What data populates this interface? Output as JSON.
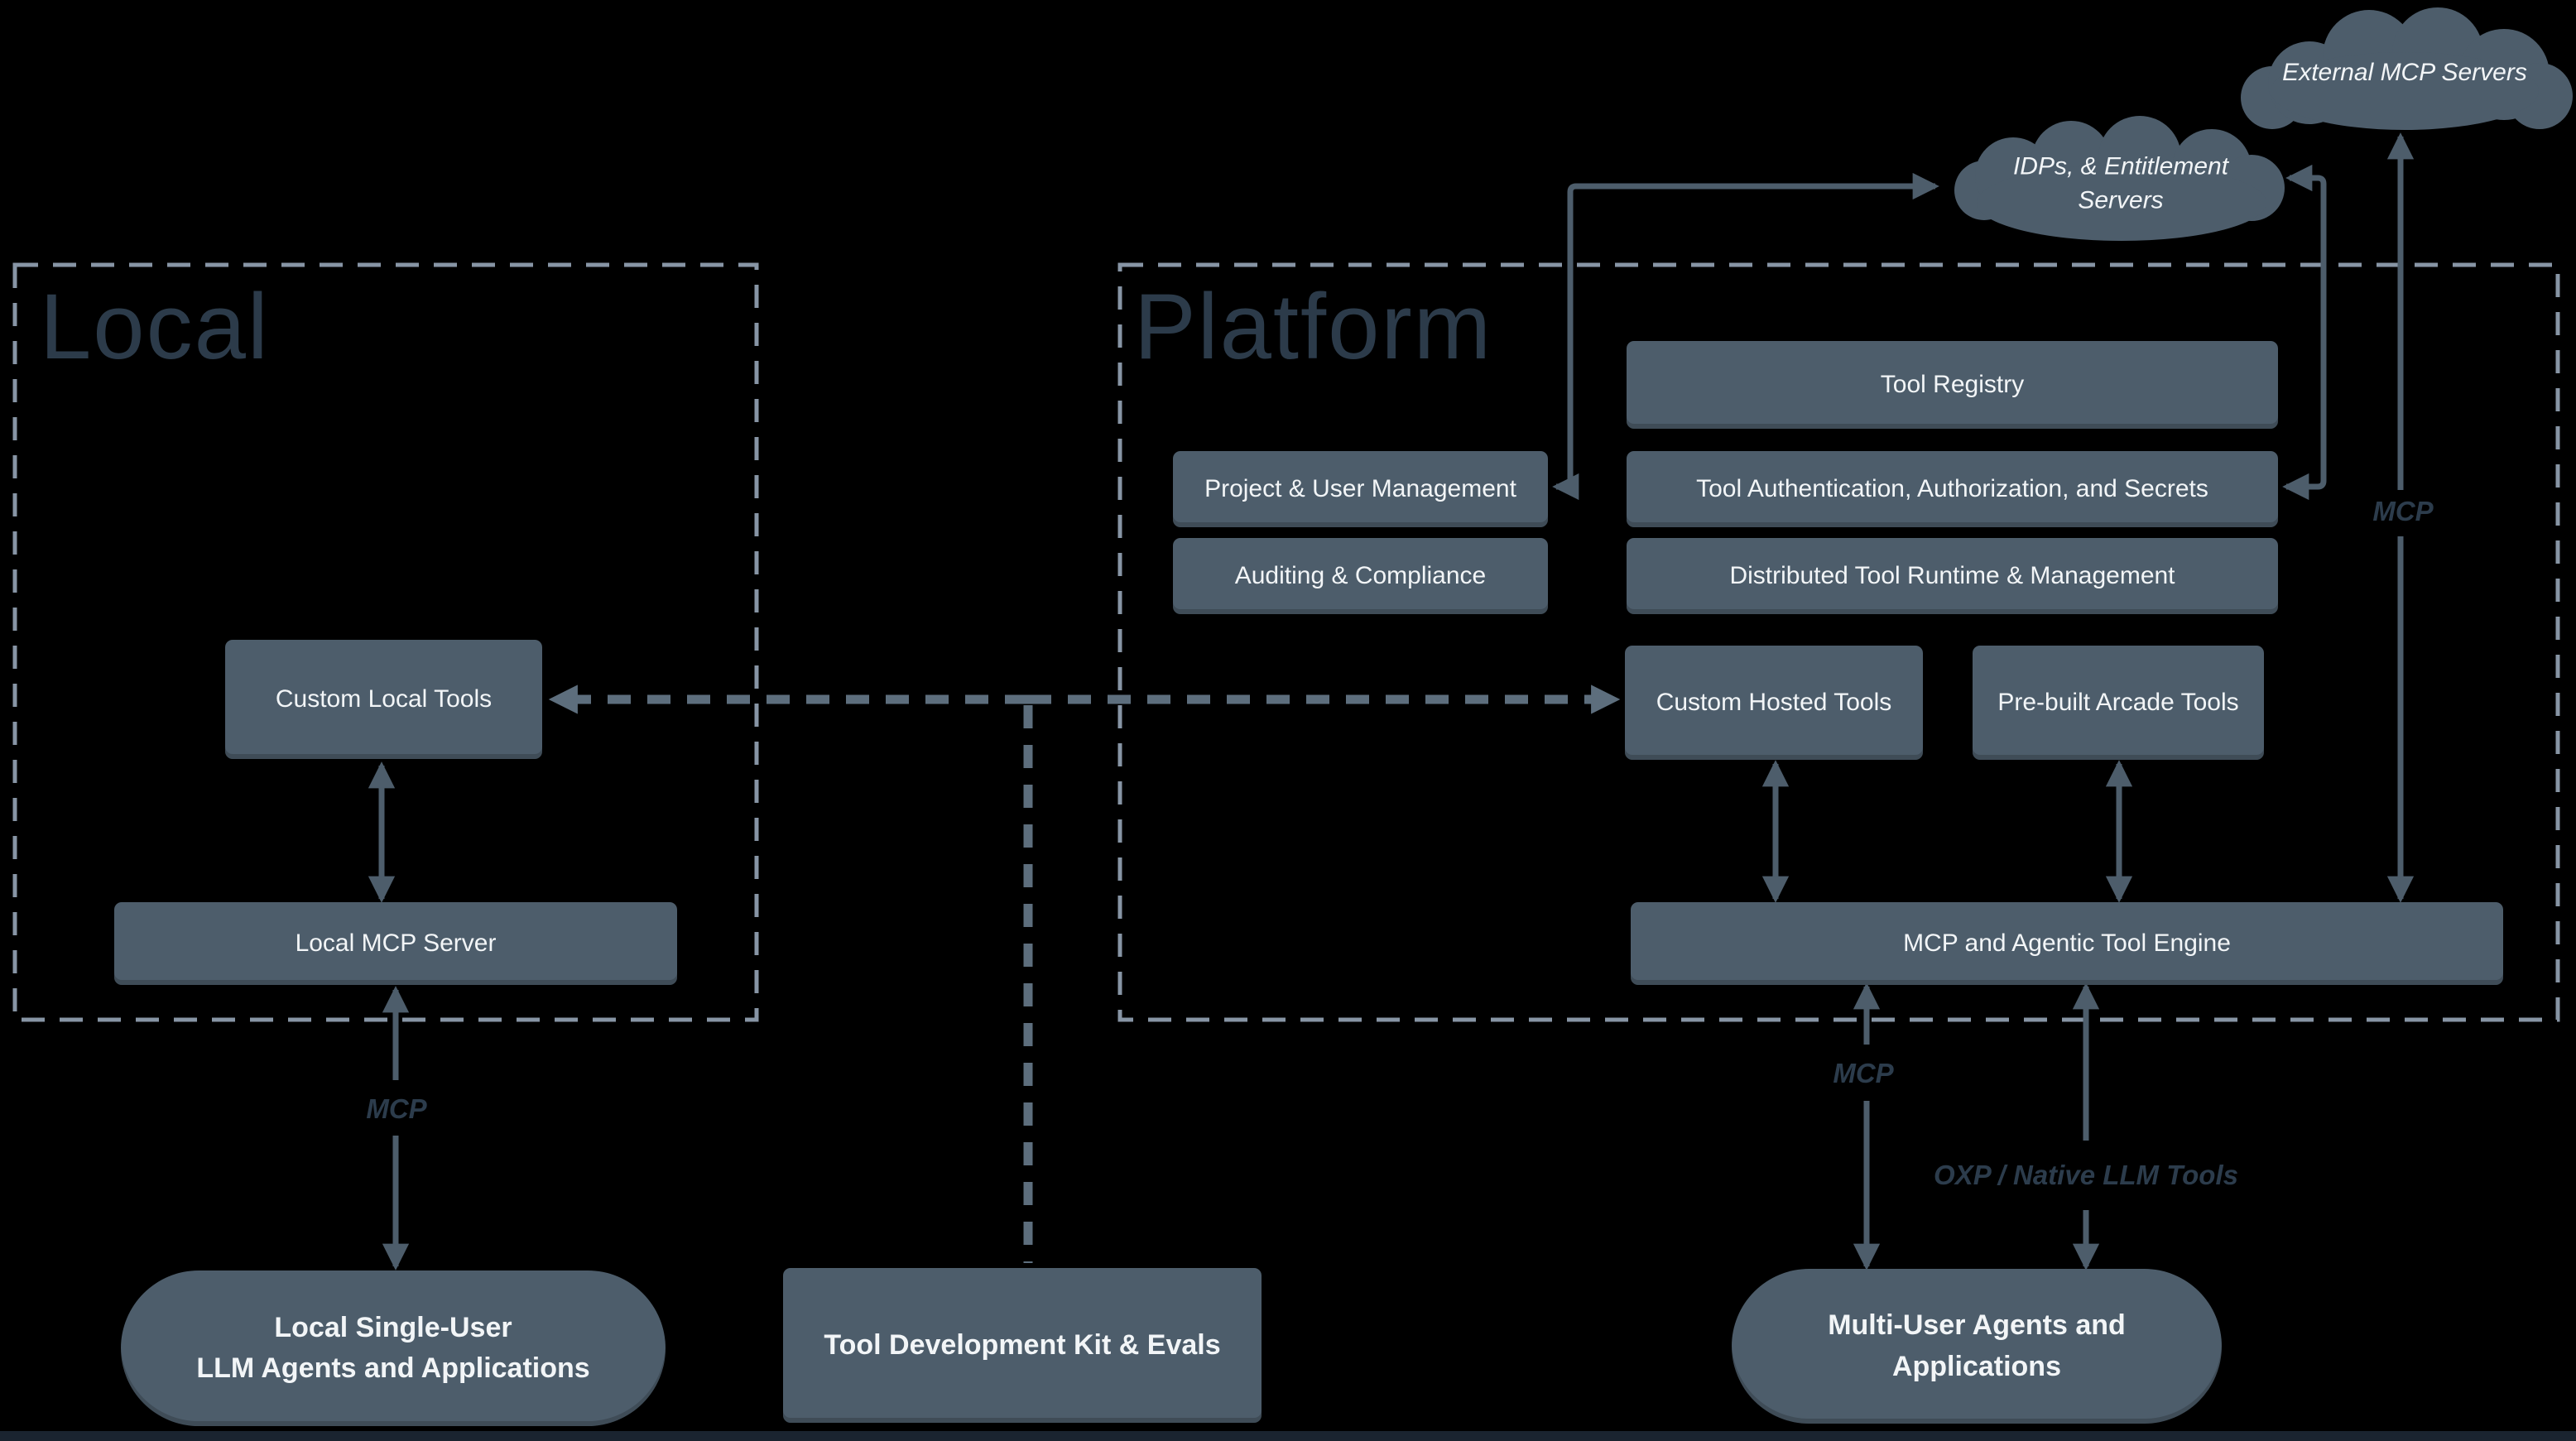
{
  "containers": {
    "local": {
      "title": "Local"
    },
    "platform": {
      "title": "Platform"
    }
  },
  "clouds": {
    "external_mcp": {
      "label": "External MCP Servers"
    },
    "idp": {
      "line1": "IDPs, & Entitlement",
      "line2": "Servers"
    }
  },
  "local_nodes": {
    "custom_local_tools": "Custom Local Tools",
    "local_mcp_server": "Local MCP Server"
  },
  "platform_nodes": {
    "tool_registry": "Tool Registry",
    "project_user_management": "Project & User Management",
    "tool_auth": "Tool Authentication, Authorization, and Secrets",
    "auditing_compliance": "Auditing & Compliance",
    "distributed_runtime": "Distributed Tool Runtime & Management",
    "custom_hosted_tools": "Custom Hosted Tools",
    "prebuilt_arcade_tools": "Pre-built Arcade Tools",
    "engine": "MCP and Agentic Tool Engine"
  },
  "bottom_nodes": {
    "local_agents": {
      "line1": "Local Single-User",
      "line2": "LLM Agents and Applications"
    },
    "tdk": "Tool Development Kit & Evals",
    "multi_user": {
      "line1": "Multi-User Agents and",
      "line2": "Applications"
    }
  },
  "edge_labels": {
    "mcp_local": "MCP",
    "mcp_engine": "MCP",
    "mcp_external": "MCP",
    "oxp": "OXP / Native LLM Tools"
  },
  "colors": {
    "background": "#000000",
    "node_fill": "#4d5d6b",
    "node_text": "#f2f5f7",
    "container_border": "#8795a5",
    "dashed_connector": "#5d6e7d",
    "arrow": "#4d5d6b",
    "dark_label": "#2c3b4a"
  }
}
